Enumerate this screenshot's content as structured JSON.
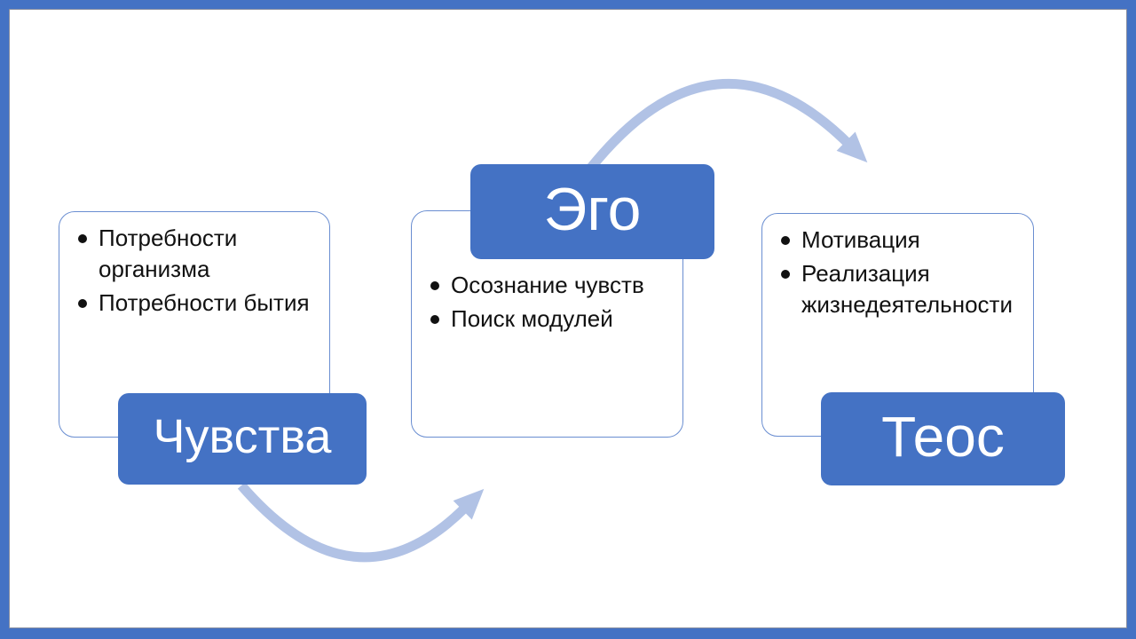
{
  "slide": {
    "type": "presentation-slide",
    "frame_color": "#4472C4",
    "canvas_color": "#FFFFFF",
    "accent_color": "#4472C4",
    "arrow_color": "#B1C2E5",
    "box_border_color": "#6A8ED1",
    "text_color": "#111111"
  },
  "icons": {
    "bullet": "filled-circle",
    "flow_arrow": "curved-arrow"
  },
  "diagram": {
    "groups": [
      {
        "title": "Чувства",
        "bullets": [
          "Потребности организма",
          "Потребности бытия"
        ]
      },
      {
        "title": "Эго",
        "bullets": [
          "Осознание чувств",
          "Поиск модулей"
        ]
      },
      {
        "title": "Теос",
        "bullets": [
          "Мотивация",
          "Реализация жизнедеятельности"
        ]
      }
    ],
    "arrows": [
      {
        "from": "Чувства",
        "to": "Эго",
        "direction": "up-right"
      },
      {
        "from": "Эго",
        "to": "Теос",
        "direction": "down-right"
      }
    ]
  }
}
